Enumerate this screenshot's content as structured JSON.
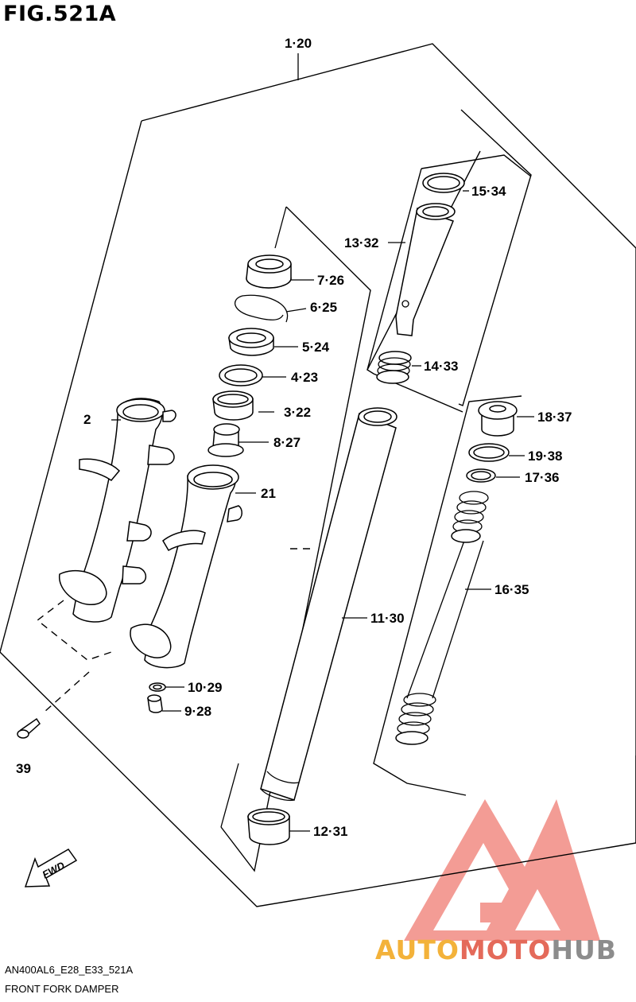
{
  "figure": {
    "title": "FIG.521A"
  },
  "callouts": [
    {
      "id": "c-1",
      "text": "1·20"
    },
    {
      "id": "c-2",
      "text": "2"
    },
    {
      "id": "c-3",
      "text": "3·22"
    },
    {
      "id": "c-4",
      "text": "4·23"
    },
    {
      "id": "c-5",
      "text": "5·24"
    },
    {
      "id": "c-6",
      "text": "6·25"
    },
    {
      "id": "c-7",
      "text": "7·26"
    },
    {
      "id": "c-8",
      "text": "8·27"
    },
    {
      "id": "c-9",
      "text": "9·28"
    },
    {
      "id": "c-10",
      "text": "10·29"
    },
    {
      "id": "c-11",
      "text": "11·30"
    },
    {
      "id": "c-12",
      "text": "12·31"
    },
    {
      "id": "c-13",
      "text": "13·32"
    },
    {
      "id": "c-14",
      "text": "14·33"
    },
    {
      "id": "c-15",
      "text": "15·34"
    },
    {
      "id": "c-16",
      "text": "16·35"
    },
    {
      "id": "c-17",
      "text": "17·36"
    },
    {
      "id": "c-18",
      "text": "18·37"
    },
    {
      "id": "c-19",
      "text": "19·38"
    },
    {
      "id": "c-21",
      "text": "21"
    },
    {
      "id": "c-39",
      "text": "39"
    }
  ],
  "fwd_arrow": {
    "text": "FWD"
  },
  "footer": {
    "diagram_code": "AN400AL6_E28_E33_521A",
    "caption": "FRONT FORK DAMPER"
  },
  "watermark": {
    "part1": "AUTO",
    "part2": "MOTO",
    "part3": "HUB",
    "colors": {
      "auto": "#f3b23a",
      "moto": "#e46a5a",
      "hub": "#8c8c8c",
      "logo": "#ef7b72"
    }
  }
}
